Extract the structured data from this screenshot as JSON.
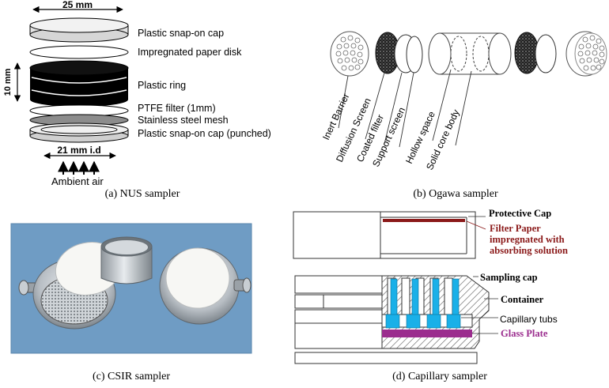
{
  "panel_a": {
    "caption": "(a) NUS sampler",
    "dim_width": "25 mm",
    "dim_height": "10 mm",
    "dim_inner": "21 mm i.d",
    "airflow_label": "Ambient air",
    "labels": {
      "cap_top": "Plastic snap-on cap",
      "paper_disk": "Impregnated paper disk",
      "ring": "Plastic ring",
      "ptfe": "PTFE filter (1mm)",
      "mesh": "Stainless steel mesh",
      "cap_bottom": "Plastic snap-on cap (punched)"
    }
  },
  "panel_b": {
    "caption": "(b) Ogawa sampler",
    "labels": {
      "inert": "Inert Barrier",
      "diffusion": "Diffusion Screen",
      "coated": "Coated filter",
      "support": "Support screen",
      "hollow": "Hollow space",
      "solid": "Solid core body"
    }
  },
  "panel_c": {
    "caption": "(c) CSIR sampler"
  },
  "panel_d": {
    "caption": "(d) Capillary sampler",
    "labels": {
      "protective": "Protective Cap",
      "filter_line1": "Filter Paper",
      "filter_line2": "impregnated with",
      "filter_line3": "absorbing solution",
      "sampling": "Sampling cap",
      "container": "Container",
      "capillary": "Capillary tubs",
      "glass": "Glass Plate"
    },
    "colors": {
      "filter_text": "#8b1a1a",
      "glass_text": "#9b2d8e",
      "capillary_fill": "#1ab0e8",
      "glass_fill": "#9b2d8e"
    }
  }
}
